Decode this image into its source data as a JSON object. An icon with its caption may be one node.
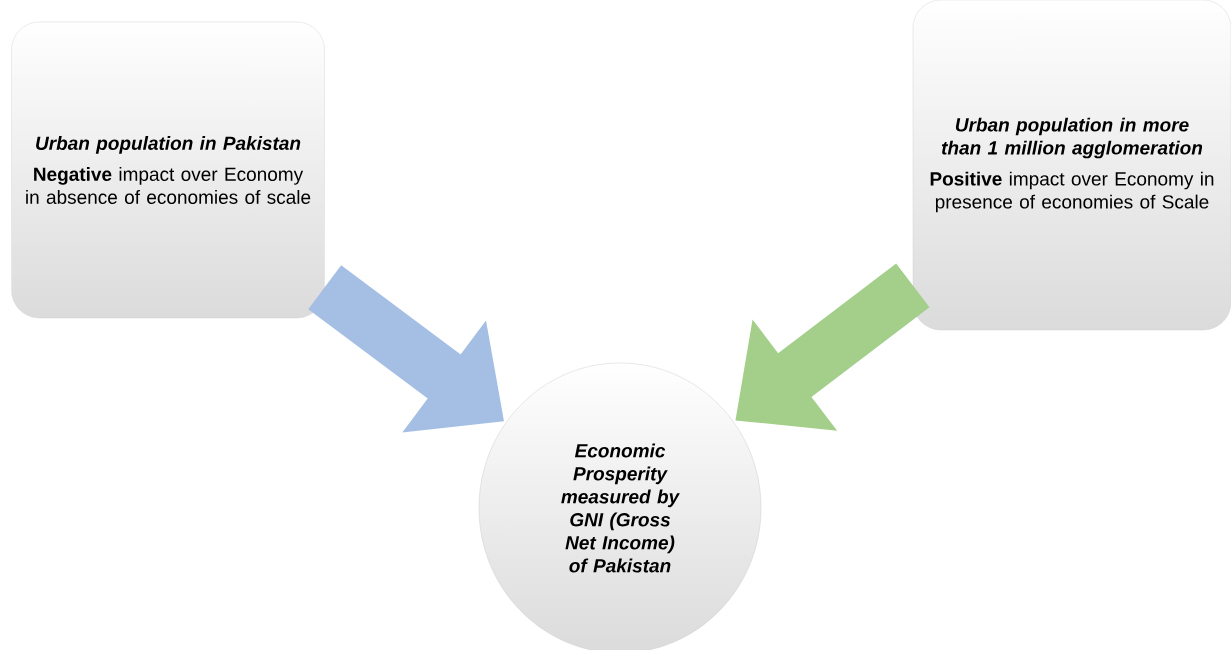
{
  "diagram": {
    "nodes": [
      {
        "text": [
          "Urban population in Pakistan",
          "**Negative** impact over Economy in absence of economies of scale"
        ]
      },
      {
        "text": [
          "Urban population in more than 1 million agglomeration",
          "**Positive** impact over Economy in presence of economies of Scale"
        ]
      },
      {
        "text": [
          "Economic Prosperity measured by GNI (Gross Net Income) of Pakistan"
        ]
      }
    ],
    "edges": [
      {
        "from": 0,
        "to": 2,
        "arrow": "to",
        "color": "#a4bfe3"
      },
      {
        "from": 1,
        "to": 2,
        "arrow": "to",
        "color": "#a3cf8a"
      }
    ]
  }
}
